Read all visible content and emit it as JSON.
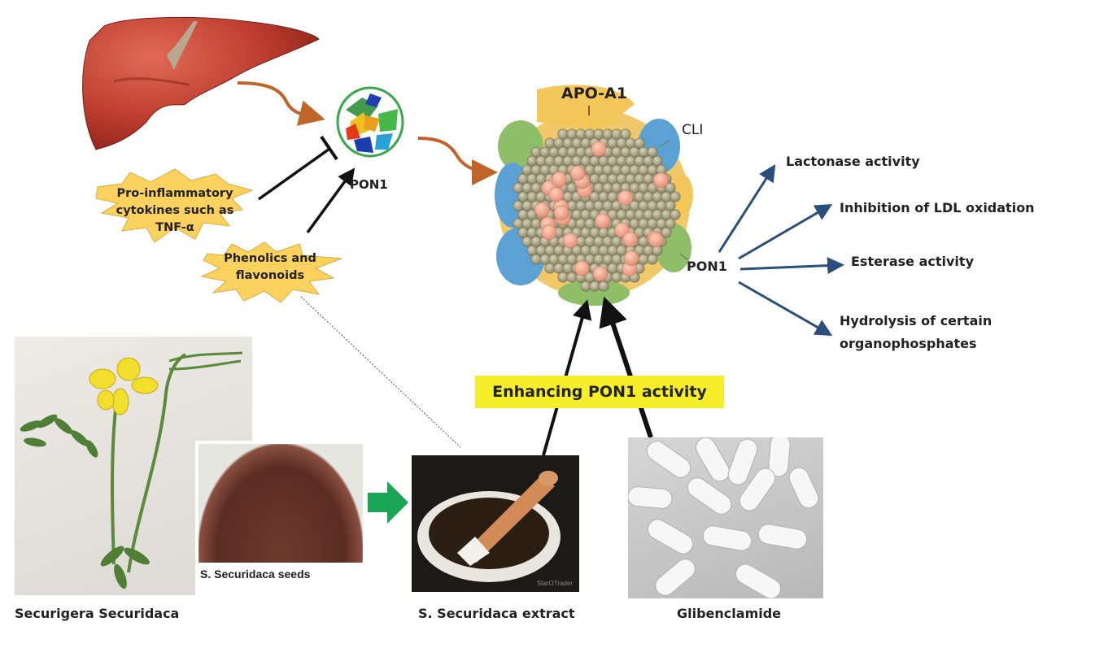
{
  "diagram": {
    "liver": {
      "icon": "liver-icon"
    },
    "pon1_protein": {
      "label": "PON1",
      "icon": "protein-structure-icon"
    },
    "hdl_particle": {
      "icon": "hdl-particle-icon",
      "labels": {
        "apo": "APO-A1",
        "cli": "CLI",
        "pon1": "PON1"
      }
    },
    "inhibitor": {
      "lines": [
        "Pro-inflammatory",
        "cytokines such as",
        "TNF-α"
      ]
    },
    "activator": {
      "lines": [
        "Phenolics and",
        "flavonoids"
      ]
    },
    "functions": [
      {
        "label": "Lactonase activity"
      },
      {
        "label": "Inhibition of LDL oxidation"
      },
      {
        "label": "Esterase activity"
      },
      {
        "lines": [
          "Hydrolysis of certain",
          "organophosphates"
        ]
      }
    ],
    "enhance_label": "Enhancing PON1 activity",
    "images": {
      "plant": {
        "caption": "Securigera Securidaca"
      },
      "seeds": {
        "caption": "S. Securidaca seeds"
      },
      "extract": {
        "caption": "S. Securidaca extract",
        "watermark": "StarOTrader"
      },
      "drug": {
        "caption": "Glibenclamide"
      }
    },
    "colors": {
      "brown_arrow": "#c0642a",
      "blue_arrow": "#2a4f7a",
      "green_arrow": "#1aa656",
      "highlight": "#f7ee2a",
      "burst": "#fcd25e"
    }
  }
}
